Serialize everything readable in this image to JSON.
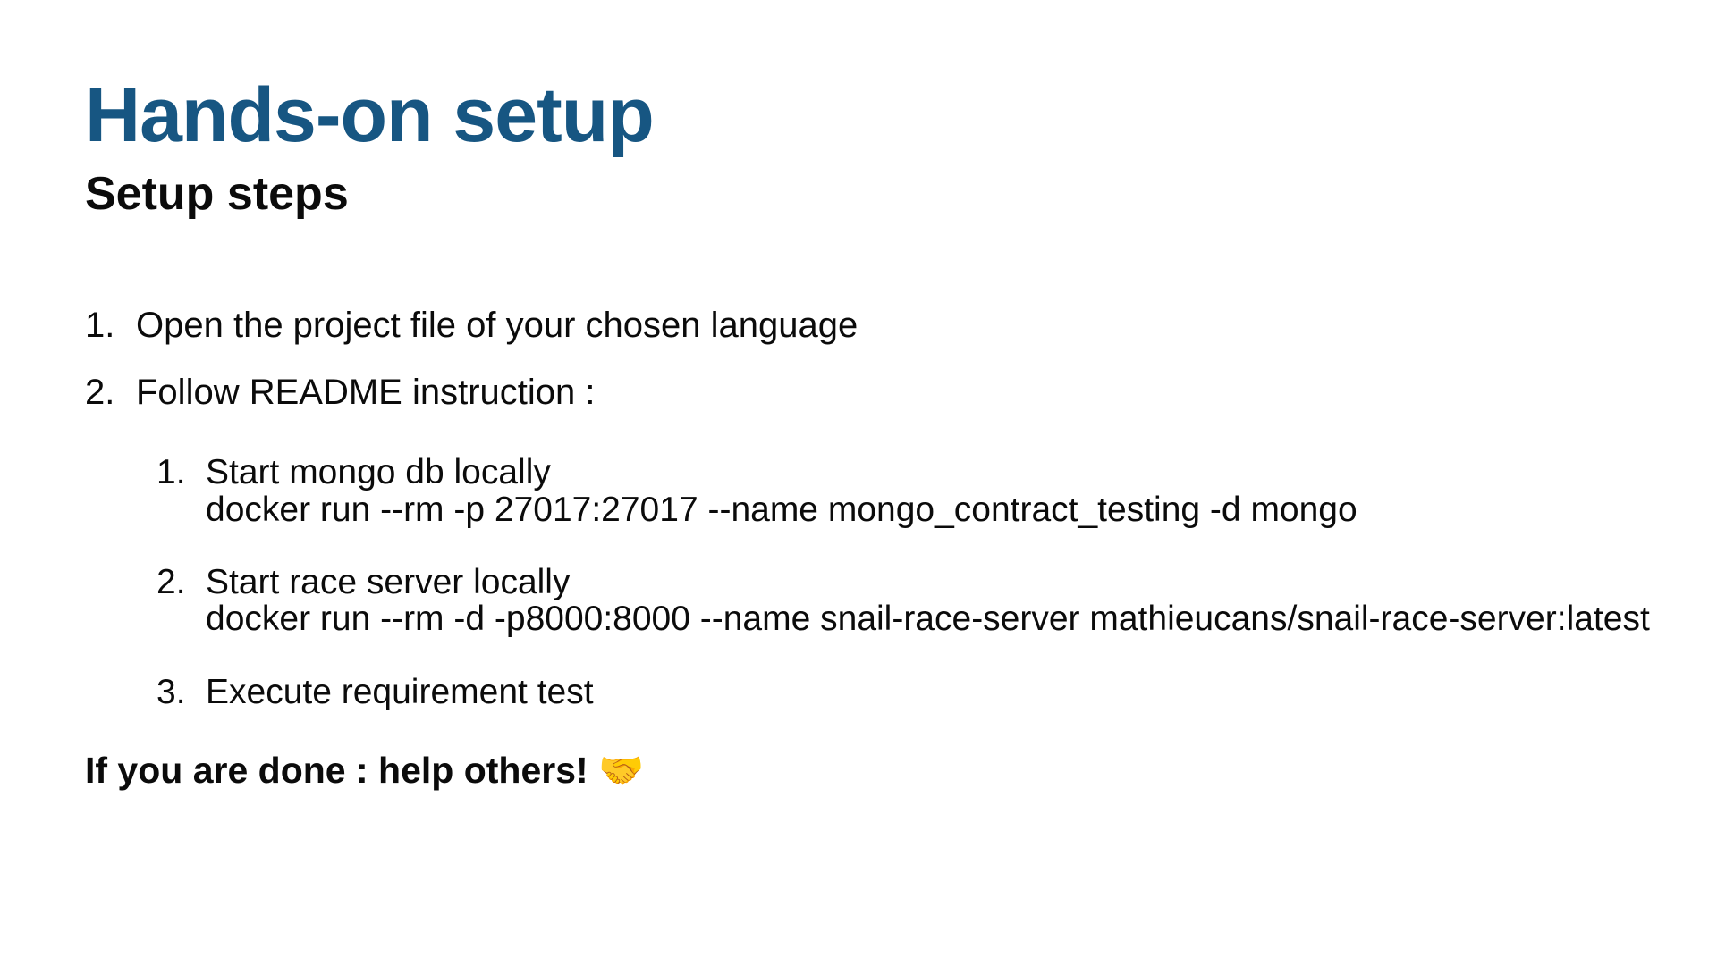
{
  "slide": {
    "title": "Hands-on setup",
    "subtitle": "Setup steps",
    "steps": [
      {
        "number": "1.",
        "text": "Open the project file of your chosen language"
      },
      {
        "number": "2.",
        "text": "Follow README instruction :"
      }
    ],
    "substeps": [
      {
        "number": "1.",
        "title": "Start mongo db locally",
        "command": "docker run --rm -p 27017:27017 --name mongo_contract_testing -d mongo"
      },
      {
        "number": "2.",
        "title": "Start race server locally",
        "command": "docker run --rm -d -p8000:8000 --name snail-race-server mathieucans/snail-race-server:latest"
      },
      {
        "number": "3.",
        "title": "Execute requirement test"
      }
    ],
    "footer": "If you are done : help others!",
    "footer_emoji": "🤝",
    "colors": {
      "title_blue": "#175682",
      "text": "#0b0b0b",
      "background": "#ffffff"
    }
  }
}
